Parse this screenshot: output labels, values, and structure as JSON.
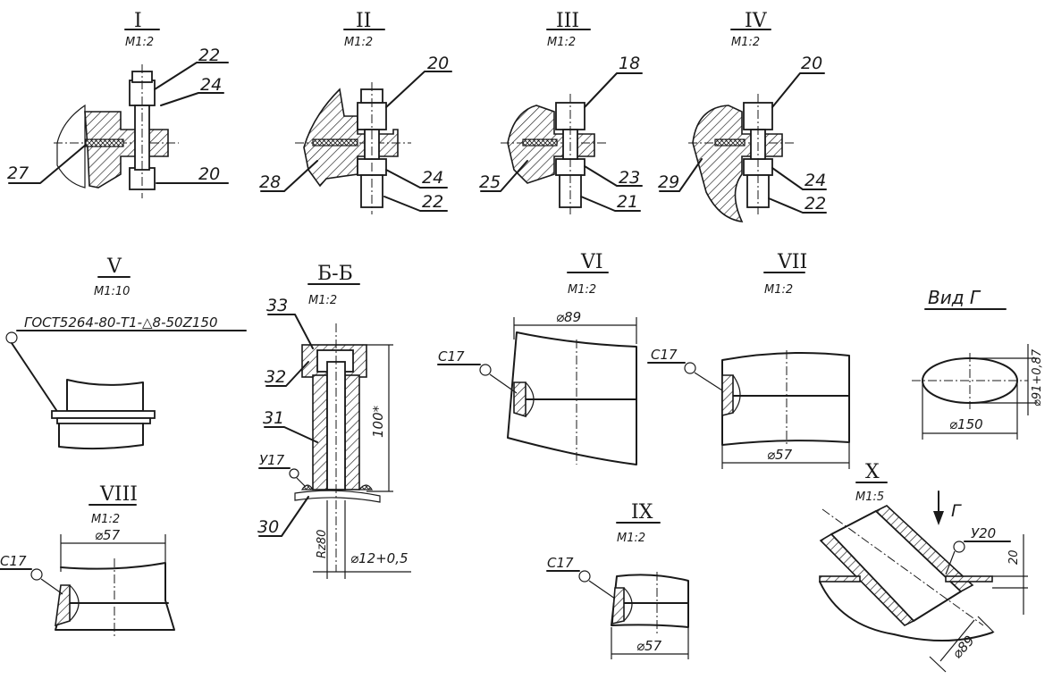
{
  "views": [
    {
      "title": "I",
      "scale": "М1:2",
      "leaders": [
        "22",
        "24",
        "27",
        "20"
      ]
    },
    {
      "title": "II",
      "scale": "М1:2",
      "leaders": [
        "20",
        "28",
        "24",
        "22"
      ]
    },
    {
      "title": "III",
      "scale": "М1:2",
      "leaders": [
        "18",
        "25",
        "23",
        "21"
      ]
    },
    {
      "title": "IV",
      "scale": "М1:2",
      "leaders": [
        "20",
        "29",
        "24",
        "22"
      ]
    },
    {
      "title": "V",
      "scale": "М1:10",
      "note": "ГОСТ5264-80-Т1-△8-50Z150"
    },
    {
      "title": "Б-Б",
      "scale": "М1:2",
      "leaders": [
        "33",
        "32",
        "31",
        "У17",
        "30"
      ],
      "dims": [
        "100*",
        "Rz80",
        "⌀12+0,5"
      ]
    },
    {
      "title": "VI",
      "scale": "М1:2",
      "weld": "С17",
      "dims": [
        "⌀89"
      ]
    },
    {
      "title": "VII",
      "scale": "М1:2",
      "weld": "С17",
      "dims": [
        "⌀57"
      ]
    },
    {
      "title": "Вид Г",
      "dims": [
        "⌀91+0,87",
        "⌀150"
      ]
    },
    {
      "title": "VIII",
      "scale": "М1:2",
      "weld": "С17",
      "dims": [
        "⌀57"
      ]
    },
    {
      "title": "IX",
      "scale": "М1:2",
      "weld": "С17",
      "dims": [
        "⌀57"
      ]
    },
    {
      "title": "X",
      "scale": "М1:5",
      "weld": "У20",
      "view_arrow": "Г",
      "dims": [
        "20",
        "⌀89"
      ]
    }
  ]
}
